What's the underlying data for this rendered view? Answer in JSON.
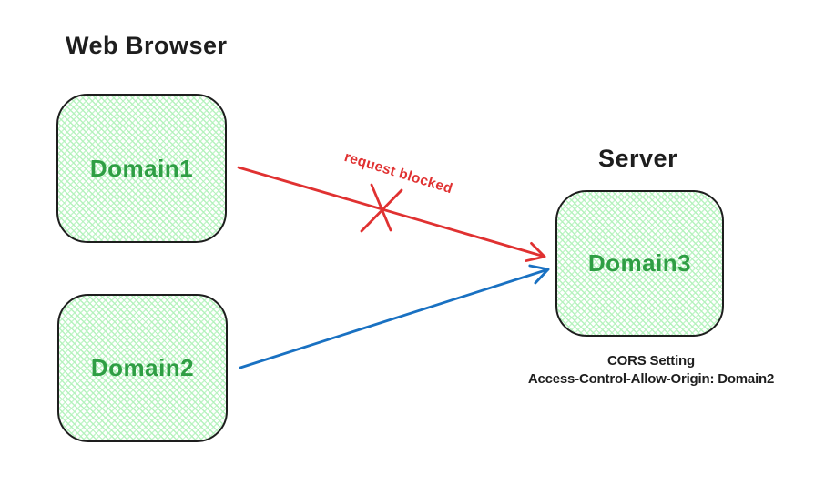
{
  "canvas": {
    "background": "#ffffff"
  },
  "browser_section": {
    "title": "Web Browser",
    "boxes": [
      {
        "label": "Domain1"
      },
      {
        "label": "Domain2"
      }
    ]
  },
  "server_section": {
    "title": "Server",
    "box": {
      "label": "Domain3"
    },
    "cors_note": {
      "line1": "CORS Setting",
      "line2": "Access-Control-Allow-Origin: Domain2"
    }
  },
  "arrows": {
    "blocked": {
      "from": "Domain1",
      "to": "Domain3",
      "label": "request blocked",
      "color": "#e03131",
      "style": "crossed-out"
    },
    "allowed": {
      "from": "Domain2",
      "to": "Domain3",
      "label": "",
      "color": "#1971c2",
      "style": "plain"
    }
  },
  "colors": {
    "box_fill_hatch": "#b2f2bb",
    "box_stroke": "#1e1e1e",
    "domain_label": "#2f9e44",
    "text": "#1e1e1e",
    "blocked_arrow": "#e03131",
    "allowed_arrow": "#1971c2"
  }
}
